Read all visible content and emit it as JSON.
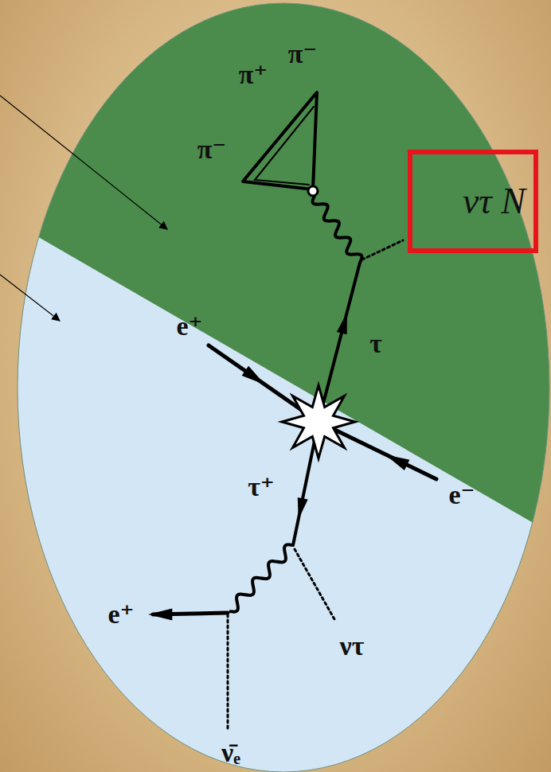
{
  "diagram": {
    "nodes": [
      {
        "text": [
          "ντ N"
        ]
      }
    ],
    "labels": [
      "π⁻",
      "π⁺",
      "π⁻",
      "e⁺",
      "τ",
      "e⁻",
      "τ⁺",
      "e⁺",
      "ντ",
      "ν̄ₑ"
    ]
  }
}
